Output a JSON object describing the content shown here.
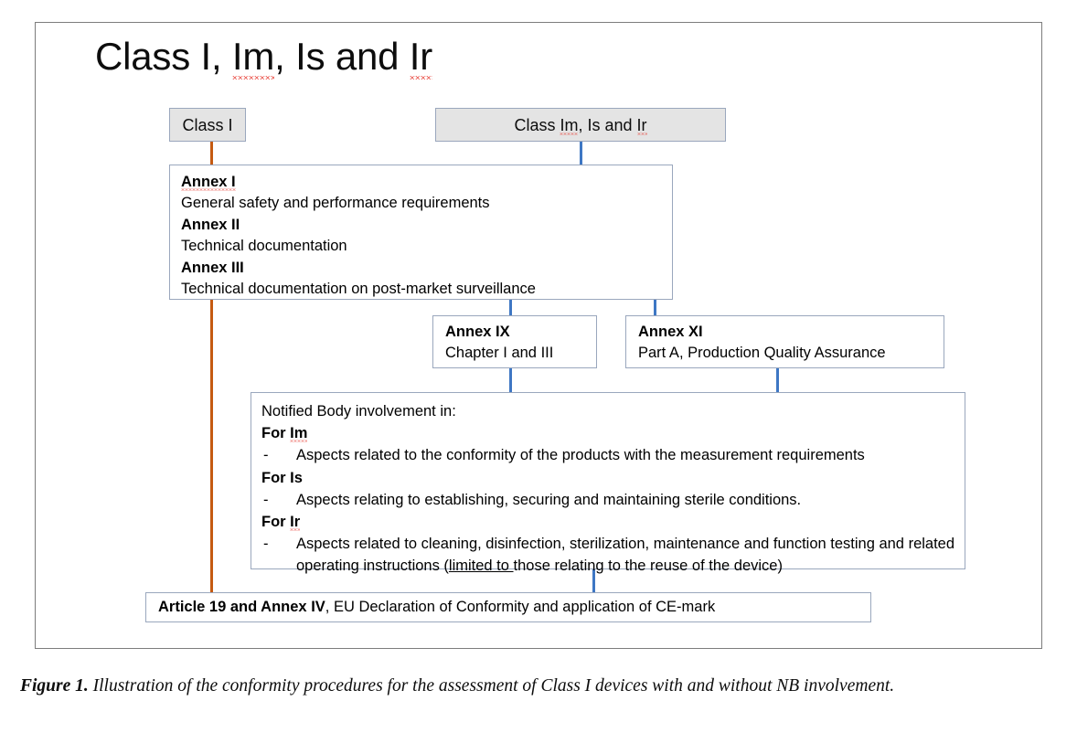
{
  "figure": {
    "title": "Class I, Im, Is and Ir",
    "title_parts": [
      {
        "text": "Class I, ",
        "spellcheck": false
      },
      {
        "text": "Im",
        "spellcheck": true
      },
      {
        "text": ", Is and ",
        "spellcheck": false
      },
      {
        "text": "Ir",
        "spellcheck": true
      }
    ],
    "caption_label": "Figure 1.",
    "caption_text": " Illustration of the conformity procedures for the assessment of Class I devices with and without NB involvement."
  },
  "nodes": {
    "class_i": {
      "label": "Class I"
    },
    "class_mir": {
      "label": "Class Im, Is and Ir",
      "parts": [
        {
          "text": "Class ",
          "spellcheck": false
        },
        {
          "text": "Im",
          "spellcheck": true
        },
        {
          "text": ", Is and ",
          "spellcheck": false
        },
        {
          "text": "Ir",
          "spellcheck": true
        }
      ]
    },
    "annex_main": {
      "lines": [
        {
          "text": "Annex I",
          "bold": true,
          "spellcheck": true
        },
        {
          "text": "General safety and performance requirements",
          "bold": false
        },
        {
          "text": "Annex II",
          "bold": true
        },
        {
          "text": "Technical documentation",
          "bold": false
        },
        {
          "text": "Annex III",
          "bold": true
        },
        {
          "text": "Technical documentation on post-market surveillance",
          "bold": false
        }
      ]
    },
    "annex_ix": {
      "heading": "Annex IX",
      "body": "Chapter I and III"
    },
    "annex_xi": {
      "heading": "Annex XI",
      "body": "Part A, Production Quality Assurance"
    },
    "notified_body": {
      "intro": "Notified Body involvement in:",
      "groups": [
        {
          "heading": "For Im",
          "heading_parts": [
            {
              "text": "For ",
              "spellcheck": false
            },
            {
              "text": "Im",
              "spellcheck": true
            }
          ],
          "bullets": [
            "Aspects related to the conformity of the products with the measurement requirements"
          ]
        },
        {
          "heading": "For Is",
          "heading_parts": [
            {
              "text": "For Is",
              "spellcheck": false
            }
          ],
          "bullets": [
            "Aspects relating to establishing, securing and maintaining sterile conditions."
          ]
        },
        {
          "heading": "For Ir",
          "heading_parts": [
            {
              "text": "For ",
              "spellcheck": false
            },
            {
              "text": "Ir",
              "spellcheck": true
            }
          ],
          "bullets": [
            "Aspects related to cleaning, disinfection, sterilization, maintenance and function testing and related operating instructions (limited to those relating to the reuse of the device)"
          ]
        }
      ],
      "bullet_marker": "-"
    },
    "article": {
      "bold_prefix": "Article 19 and Annex IV",
      "rest": ", EU Declaration of Conformity and application of CE-mark"
    }
  },
  "connectors": {
    "orange_color": "#c55a11",
    "blue_color": "#3e77c4",
    "items": [
      {
        "name": "class-i-to-annex-main",
        "color": "orange"
      },
      {
        "name": "annex-main-to-article",
        "color": "orange"
      },
      {
        "name": "class-mir-to-annex-main",
        "color": "blue"
      },
      {
        "name": "annex-main-to-annex-ix",
        "color": "blue"
      },
      {
        "name": "annex-main-to-annex-xi",
        "color": "blue"
      },
      {
        "name": "annex-ix-to-notified-body",
        "color": "blue"
      },
      {
        "name": "annex-xi-to-notified-body",
        "color": "blue"
      },
      {
        "name": "notified-body-to-article",
        "color": "blue"
      }
    ]
  },
  "colors": {
    "box_border": "#9aa7bd",
    "shaded_fill": "#e4e4e4",
    "frame_border": "#7d7d7d",
    "spellcheck_underline": "#e8453c",
    "text": "#0d0d0d"
  }
}
